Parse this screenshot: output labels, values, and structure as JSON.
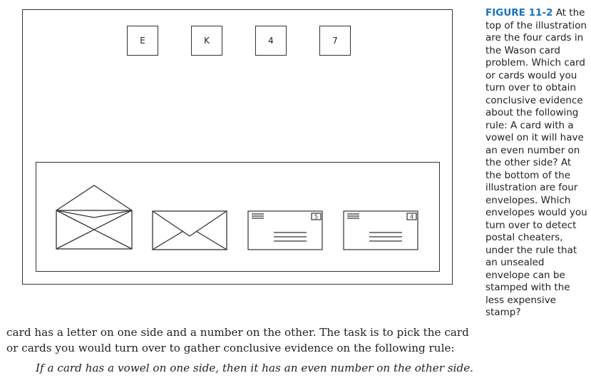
{
  "figure": {
    "cards": [
      "E",
      "K",
      "4",
      "7"
    ],
    "envelopes": [
      "open-envelope",
      "sealed-envelope-back",
      "stamped-envelope-front-5",
      "stamped-envelope-front-4"
    ],
    "stamp_values": [
      "5",
      "4"
    ]
  },
  "caption": {
    "label": "FIGURE 11-2",
    "text": "At the top of the illustration are the four cards in the Wason card problem. Which card or cards would you turn over to obtain conclusive evidence about the following rule: A card with a vowel on it will have an even number on the other side? At the bottom of the illustration are four envelopes. Which envelopes would you turn over to detect postal cheaters, under the rule that an unsealed envelope can be stamped with the less expensive stamp?"
  },
  "body": {
    "paragraph": "card has a letter on one side and a number on the other. The task is to pick the card or cards you would turn over to gather conclusive evidence on the following rule:",
    "rule": "If a card has a vowel on one side, then it has an even number on the other side."
  }
}
